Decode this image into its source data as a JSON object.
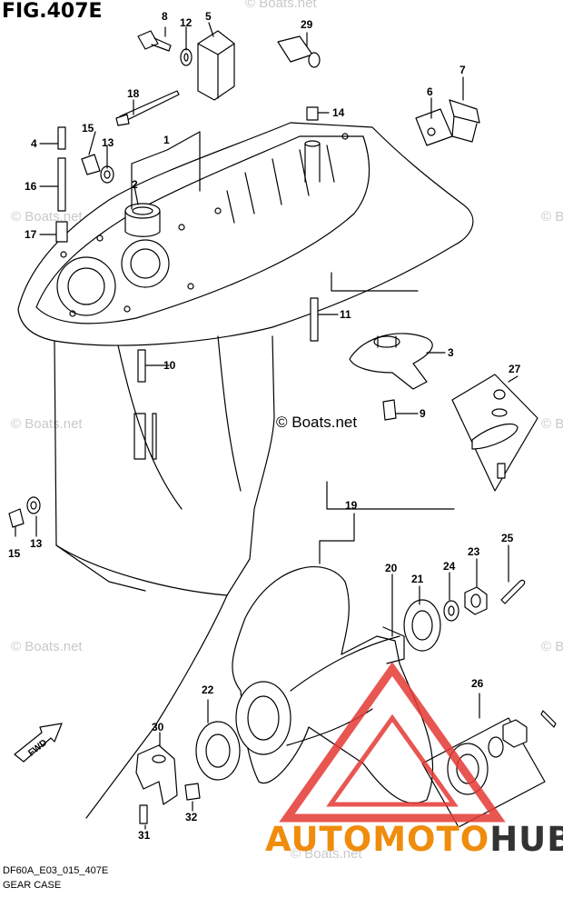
{
  "figure": {
    "title": "FIG.407E",
    "code": "DF60A_E03_015_407E",
    "caption": "GEAR CASE",
    "copyright": "© Boats.net",
    "watermark": "© Boats.net"
  },
  "callouts": [
    "1",
    "2",
    "3",
    "4",
    "5",
    "6",
    "7",
    "8",
    "9",
    "10",
    "11",
    "12",
    "13",
    "13",
    "14",
    "15",
    "15",
    "16",
    "17",
    "18",
    "19",
    "20",
    "21",
    "22",
    "23",
    "24",
    "25",
    "26",
    "27",
    "29",
    "30",
    "31",
    "32"
  ],
  "fwd_label": "FWD",
  "logo": {
    "part1": "AUTOMOTO",
    "part2": "HUB",
    "color_primary": "#f08c0c",
    "color_secondary": "#333333",
    "triangle_color": "#e53935"
  }
}
